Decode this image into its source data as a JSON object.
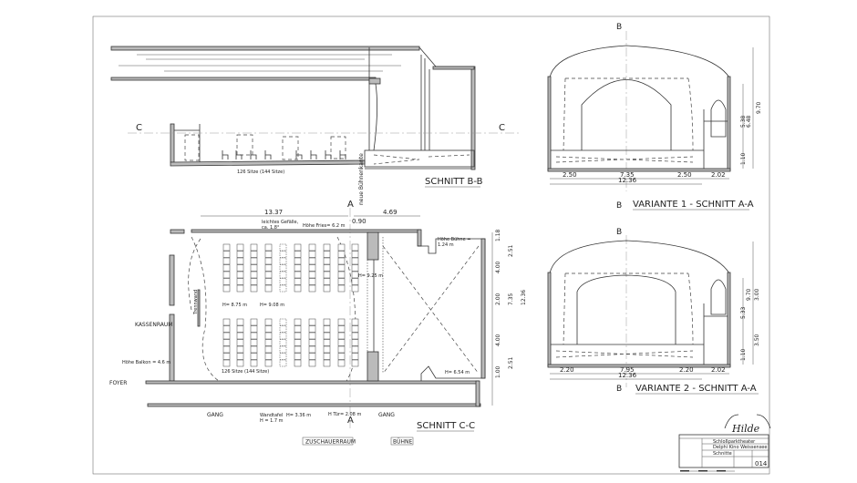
{
  "section_bb": {
    "title": "SCHNITT B-B",
    "seats_label": "126 Sitze (144 Sitze)",
    "marker_c_left": "C",
    "marker_c_right": "C",
    "stage_edge_label": "neue Bühnenkante"
  },
  "section_cc": {
    "title": "SCHNITT C-C",
    "marker_a_top": "A",
    "marker_a_bottom": "A",
    "dim_hall": "13.37",
    "dim_stage": "4.69",
    "dim_apron": "0.90",
    "slope_note_1": "leichtes Gefälle,",
    "slope_note_2": "ca. 1.8°",
    "frieze_height": "Höhe Fries= 6.2 m",
    "stage_height_1": "Höhe Bühne =",
    "stage_height_2": "1.24 m",
    "h_925": "H= 9.25 m",
    "h_875": "H= 8.75 m",
    "h_908": "H= 9.08 m",
    "h_654": "H= 6.54 m",
    "partition": "Trennwand",
    "kassenraum": "KASSENRAUM",
    "balcony_height": "Höhe Balkon = 4.6 m",
    "foyer": "FOYER",
    "gang_left": "GANG",
    "gang_right": "GANG",
    "wall_panel_1": "Wandtafel",
    "wall_panel_2": "H = 1.7 m",
    "h_336": "H= 3.36 m",
    "door_height": "H Tür= 2.08 m",
    "seats_label": "126 Sitze (144 Sitze)",
    "vertical_dims": [
      "1.18",
      "2.51",
      "4.00",
      "2.00",
      "7.35",
      "12.36",
      "4.00",
      "2.51",
      "1.00"
    ],
    "zone_auditorium": "ZUSCHAUERRAUM",
    "zone_stage": "BÜHNE"
  },
  "variant1": {
    "title": "VARIANTE 1 - SCHNITT A-A",
    "marker_top": "B",
    "marker_bottom": "B",
    "dims_bottom": [
      "2.50",
      "7.35",
      "2.50",
      "2.02"
    ],
    "dim_total": "12.36",
    "dims_vertical": [
      "5.38",
      "6.48",
      "9.70",
      "1.10"
    ]
  },
  "variant2": {
    "title": "VARIANTE 2 - SCHNITT A-A",
    "marker_top": "B",
    "marker_bottom": "B",
    "dims_bottom": [
      "2.20",
      "7.95",
      "2.20",
      "2.02"
    ],
    "dim_total": "12.36",
    "dims_vertical": [
      "5.33",
      "9.70",
      "3.00",
      "3.50",
      "1.10"
    ]
  },
  "title_block": {
    "logo": "Hilde",
    "project": "Schloßparktheater",
    "building": "Delphi Kino Weissensee",
    "drawing": "Schnitte",
    "sheet_number": "014"
  }
}
